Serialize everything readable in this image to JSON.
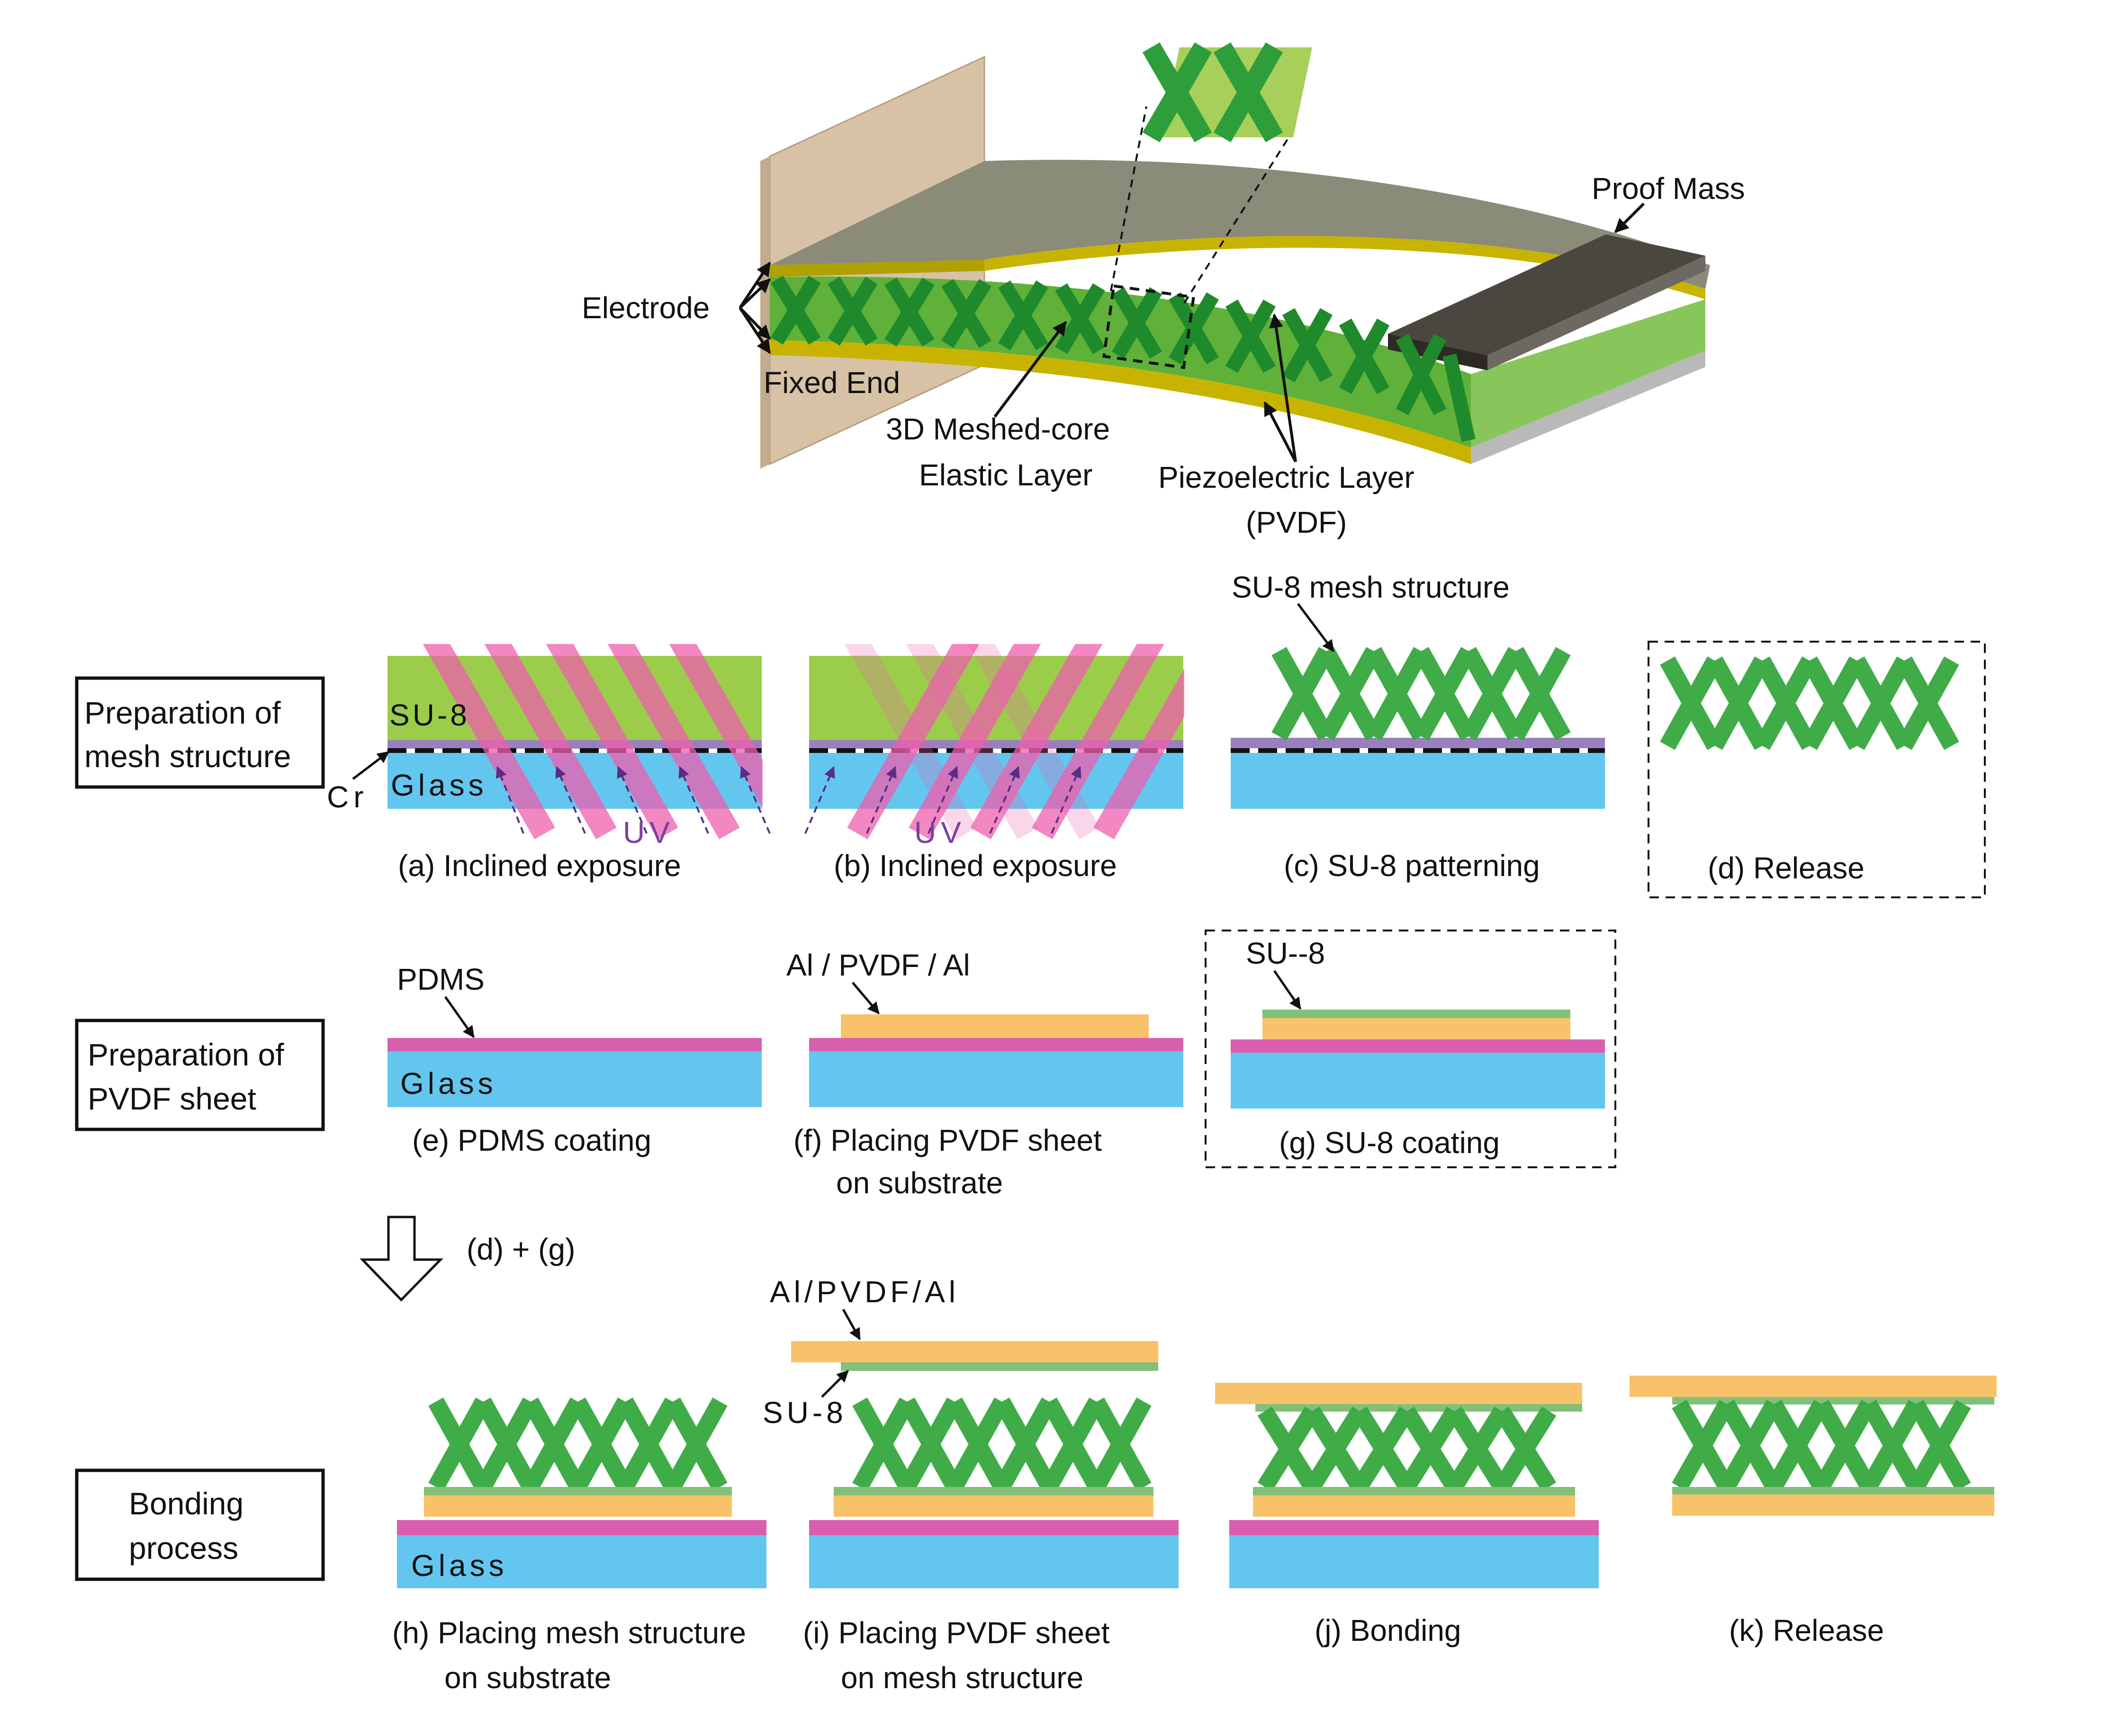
{
  "hero": {
    "labels": {
      "electrode": "Electrode",
      "fixed_end": "Fixed End",
      "mesh_core_1": "3D Meshed-core",
      "mesh_core_2": "Elastic Layer",
      "piezo_1": "Piezoelectric Layer",
      "piezo_2": "(PVDF)",
      "proof_mass": "Proof Mass"
    }
  },
  "rows": {
    "mesh": {
      "label_1": "Preparation of",
      "label_2": "mesh structure"
    },
    "pvdf": {
      "label_1": "Preparation of",
      "label_2": "PVDF sheet"
    },
    "bond": {
      "label_1": "Bonding",
      "label_2": "process"
    }
  },
  "layers": {
    "su8": "SU-8",
    "cr": "Cr",
    "glass": "Glass",
    "uv": "UV",
    "mesh_structure": "SU-8 mesh structure",
    "pdms": "PDMS",
    "al_pvdf_al": "Al / PVDF / Al",
    "su8_double": "SU--8",
    "al_pvdf_al_compact": "Al/PVDF/Al",
    "su8_dash": "SU-8"
  },
  "steps": {
    "a": "(a)  Inclined exposure",
    "b": "(b) Inclined exposure",
    "c": "(c) SU-8 patterning",
    "d": "(d)   Release",
    "e": "(e) PDMS coating",
    "f_1": "(f) Placing PVDF sheet",
    "f_2": "on substrate",
    "g": "(g)   SU-8 coating",
    "combine": "(d) + (g)",
    "h_1": "(h)  Placing mesh structure",
    "h_2": "on substrate",
    "i_1": "(i) Placing PVDF sheet",
    "i_2": "on mesh structure",
    "j": "(j) Bonding",
    "k": "(k) Release"
  },
  "colors": {
    "glass": "#63c6ef",
    "su8_block": "#9bcd4b",
    "mesh_green": "#36a83f",
    "pdms": "#d95fae",
    "pvdf": "#f8c26a",
    "su8_thin": "#82c07a",
    "cr": "#9a7fbf",
    "uv": "#7a3fa0",
    "uv_beam": "#ee5fae"
  }
}
